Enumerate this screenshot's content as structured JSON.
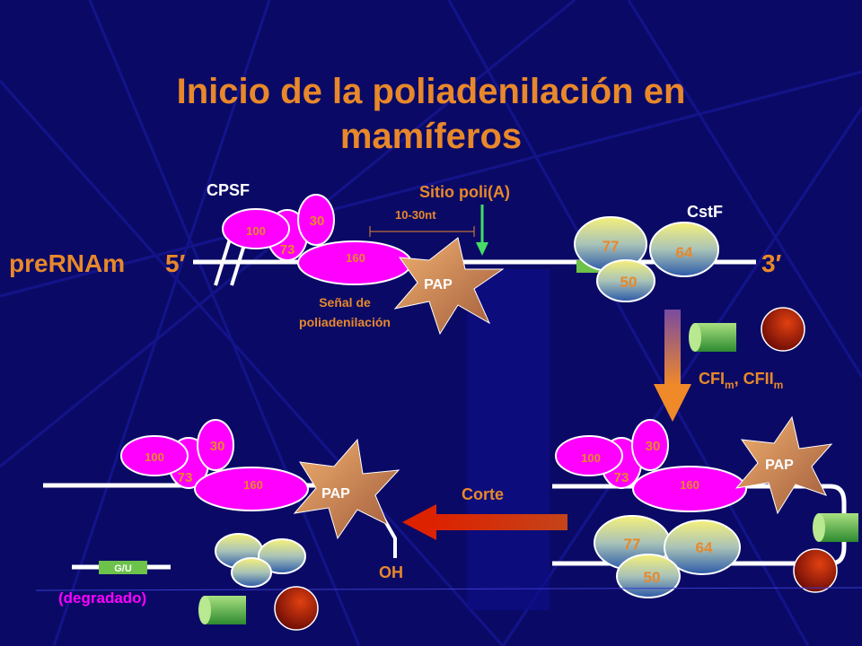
{
  "title": {
    "line1": "Inicio de la poliadenilación en",
    "line2": "mamíferos"
  },
  "labels": {
    "cpsf": "CPSF",
    "sitio": "Sitio poli(A)",
    "cstf": "CstF",
    "prerna": "preRNAm",
    "five": "5′",
    "three": "3′",
    "spacing": "10-30nt",
    "senal1": "Señal de",
    "senal2": "poliadenilación",
    "cfi": "CFI",
    "cfi_sub": "m",
    "cfii": ", CFII",
    "cfii_sub": "m",
    "corte": "Corte",
    "oh": "OH",
    "gu": "G/U",
    "degradado": "(degradado)"
  },
  "proteins": {
    "p100": "100",
    "p73": "73",
    "p30": "30",
    "p160": "160",
    "p77": "77",
    "p64": "64",
    "p50": "50",
    "pap": "PAP"
  },
  "colors": {
    "background": "#0a0a66",
    "title": "#e8882a",
    "label": "#e8882a",
    "cpsf_subunit": "#ff00ff",
    "cpsf_text": "#e8882a",
    "white_label": "#ffffff",
    "sitio_arrow": "#44dd66",
    "process_arrow": "#e8882a",
    "cut_arrow": "#cc2200"
  }
}
